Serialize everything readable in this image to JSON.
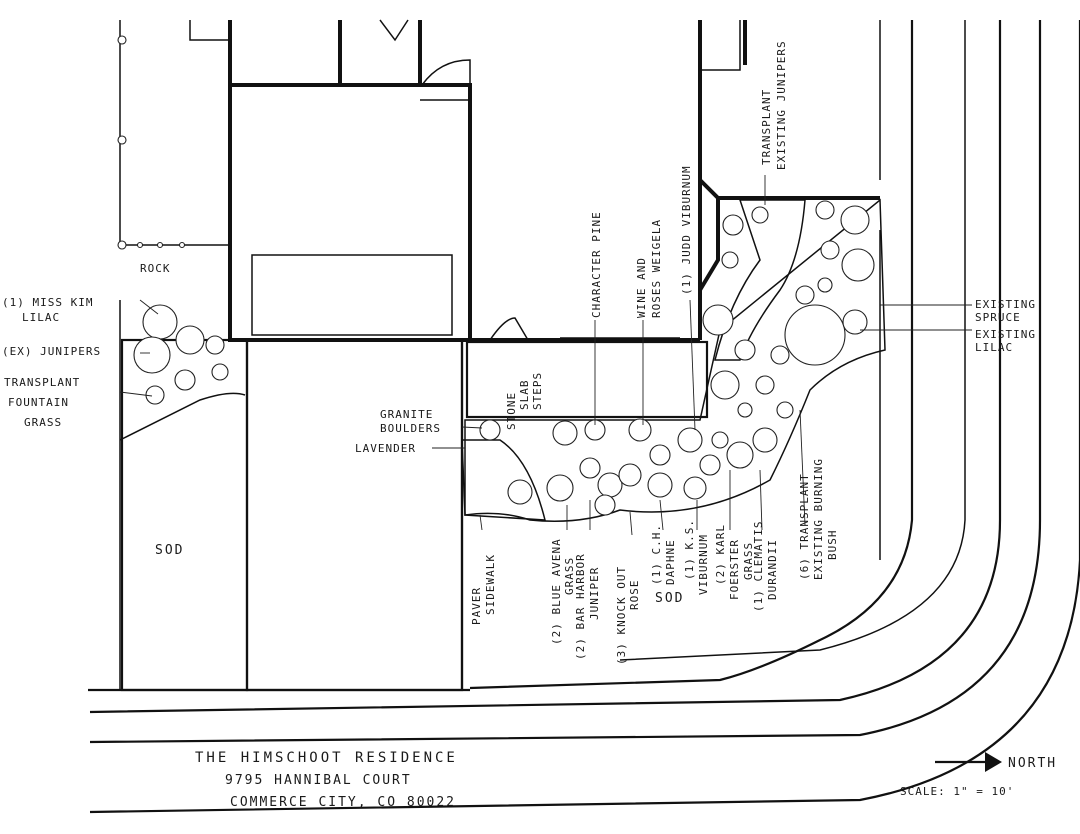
{
  "title_block": {
    "name": "THE HIMSCHOOT RESIDENCE",
    "address": "9795 HANNIBAL COURT",
    "city": "COMMERCE CITY, CO 80022"
  },
  "legend": {
    "north": "NORTH",
    "scale": "SCALE: 1\" = 10'"
  },
  "labels": {
    "rock": "ROCK",
    "sod_left": "SOD",
    "sod_center": "SOD",
    "miss_kim_1": "(1) MISS KIM",
    "miss_kim_2": "LILAC",
    "ex_junipers": "(EX) JUNIPERS",
    "transplant_fountain_1": "TRANSPLANT",
    "transplant_fountain_2": "FOUNTAIN",
    "transplant_fountain_3": "GRASS",
    "granite_1": "GRANITE",
    "granite_2": "BOULDERS",
    "lavender": "LAVENDER",
    "stone_slab_1": "STONE",
    "stone_slab_2": "SLAB",
    "stone_slab_3": "STEPS",
    "character_pine": "CHARACTER PINE",
    "wine_roses_1": "WINE AND",
    "wine_roses_2": "ROSES WEIGELA",
    "judd_viburnum": "(1) JUDD VIBURNUM",
    "transplant_junipers_1": "TRANSPLANT",
    "transplant_junipers_2": "EXISTING JUNIPERS",
    "existing_spruce_1": "EXISTING",
    "existing_spruce_2": "SPRUCE",
    "existing_lilac_1": "EXISTING",
    "existing_lilac_2": "LILAC",
    "paver_1": "PAVER",
    "paver_2": "SIDEWALK",
    "blue_avena_1": "(2) BLUE AVENA",
    "blue_avena_2": "GRASS",
    "bar_harbor_1": "(2) BAR HARBOR",
    "bar_harbor_2": "JUNIPER",
    "knock_out_1": "(3) KNOCK OUT",
    "knock_out_2": "ROSE",
    "ch_daphne_1": "(1) C.H.",
    "ch_daphne_2": "DAPHNE",
    "ks_viburnum_1": "(1) K.S.",
    "ks_viburnum_2": "VIBURNUM",
    "karl_foerster_1": "(2) KARL",
    "karl_foerster_2": "FOERSTER",
    "karl_foerster_3": "GRASS",
    "clematis_1": "(1) CLEMATIS",
    "clematis_2": "DURANDII",
    "burning_bush_1": "(6) TRANSPLANT",
    "burning_bush_2": "EXISTING BURNING",
    "burning_bush_3": "BUSH"
  }
}
